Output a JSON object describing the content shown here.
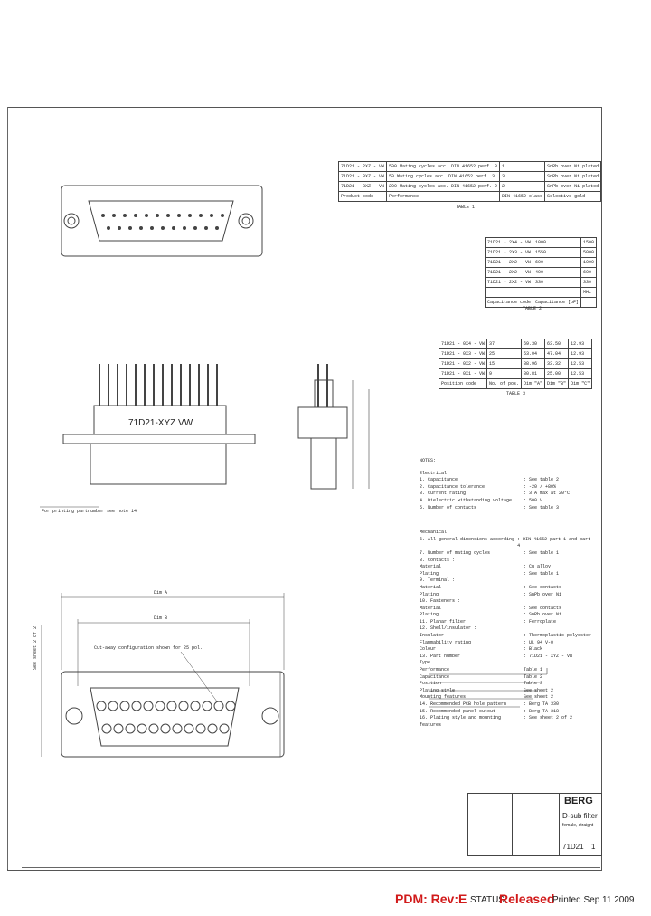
{
  "table1": {
    "caption": "TABLE 1",
    "rows": [
      [
        "71D21 - 2XZ - VW",
        "500 Mating cycles acc. DIN 41652 perf. 3",
        "1",
        "SnPb over Ni plated"
      ],
      [
        "71D21 - 3XZ - VW",
        "50 Mating cycles acc. DIN 41652 perf. 3",
        "3",
        "SnPb over Ni plated"
      ],
      [
        "71D21 - 3XZ - VW",
        "200 Mating cycles acc. DIN 41652 perf. 2",
        "2",
        "SnPb over Ni plated"
      ],
      [
        "Product code",
        "Performance",
        "DIN 41652 class",
        "Selective gold"
      ]
    ]
  },
  "table2": {
    "caption": "TABLE 2",
    "rows": [
      [
        "71D21 - 2X4 - VW",
        "1000",
        "1500"
      ],
      [
        "71D21 - 2X3 - VW",
        "1550",
        "5000"
      ],
      [
        "71D21 - 2X2 - VW",
        "600",
        "1000"
      ],
      [
        "71D21 - 2X2 - VW",
        "400",
        "600"
      ],
      [
        "71D21 - 2X2 - VW",
        "330",
        "330"
      ],
      [
        "",
        "",
        "MHz"
      ],
      [
        "Capacitance code",
        "Capacitance [pF]",
        ""
      ]
    ]
  },
  "table3": {
    "caption": "TABLE 3",
    "rows": [
      [
        "71D21 - 0X4 - VW",
        "37",
        "69.30",
        "63.50",
        "12.93"
      ],
      [
        "71D21 - 0X3 - VW",
        "25",
        "53.04",
        "47.04",
        "12.93"
      ],
      [
        "71D21 - 0X2 - VW",
        "15",
        "38.96",
        "33.32",
        "12.53"
      ],
      [
        "71D21 - 0X1 - VW",
        "9",
        "30.81",
        "25.00",
        "12.53"
      ],
      [
        "Position code",
        "No. of pos.",
        "Dim \"A\"",
        "Dim \"B\"",
        "Dim \"C\""
      ]
    ]
  },
  "drawing": {
    "part_marking": "71D21-XYZ VW",
    "printing_note": "For printing partnumber see note 14",
    "dim_a": "Dim A",
    "dim_b": "Dim B",
    "cavity_note": "Cut-away configuration shown for 25 pol.",
    "dim_side": "See sheet 2 of 2"
  },
  "notes": {
    "title": "NOTES:",
    "electrical_heading": "Electrical",
    "electrical": [
      [
        "1. Capacitance",
        ": See table 2"
      ],
      [
        "2. Capacitance tolerance",
        ": -20 / +80%"
      ],
      [
        "3. Current rating",
        ": 3 A max at 20°C"
      ],
      [
        "4. Dielectric withstanding voltage",
        ": 500 V"
      ],
      [
        "5. Number of contacts",
        ": See table 3"
      ]
    ],
    "mechanical_heading": "Mechanical",
    "mechanical": [
      [
        "6. All general dimensions according",
        ": DIN 41652 part 1 and part 4"
      ],
      [
        "7. Number of mating cycles",
        ": See table 1"
      ],
      [
        "8. Contacts :",
        ""
      ],
      [
        "   Material",
        ": Cu alloy"
      ],
      [
        "   Plating",
        ": See table 1"
      ],
      [
        "9. Terminal :",
        ""
      ],
      [
        "   Material",
        ": See contacts"
      ],
      [
        "   Plating",
        ": SnPb over Ni"
      ],
      [
        "10. Fasteners :",
        ""
      ],
      [
        "   Material",
        ": See contacts"
      ],
      [
        "   Plating",
        ": SnPb over Ni"
      ],
      [
        "11. Planar filter",
        ": Ferroplate"
      ],
      [
        "12. Shell/insulator :",
        ""
      ],
      [
        "   Insulator",
        ": Thermoplastic polyester"
      ],
      [
        "   Flammability rating",
        ": UL 94 V-0"
      ],
      [
        "   Colour",
        ": Black"
      ],
      [
        "13. Part number",
        ": 71D21 - XYZ - VW"
      ],
      [
        "   Type",
        ""
      ],
      [
        "   Performance",
        "Table 1"
      ],
      [
        "   Capacitance",
        "Table 2"
      ],
      [
        "   Position",
        "Table 3"
      ],
      [
        "   Plating style",
        "See sheet 2"
      ],
      [
        "   Mounting features",
        "See sheet 2"
      ],
      [
        "14. Recommended PCB hole pattern",
        ": Berg TA 330"
      ],
      [
        "15. Recommended panel cutout",
        ": Berg TA 318"
      ],
      [
        "16. Plating style and mounting features",
        ": See sheet 2 of 2"
      ]
    ]
  },
  "title_block": {
    "company": "BERG",
    "title": "D-sub filter",
    "subtitle": "female, straight",
    "part_number": "71D21",
    "sheet": "1"
  },
  "footer": {
    "pdm_label": "PDM: Rev:E",
    "status_label": "STATUS",
    "status_value": "Released",
    "printed": "Printed Sep 11 2009"
  },
  "colors": {
    "accent_red": "#d11a1a",
    "ink": "#222222"
  }
}
